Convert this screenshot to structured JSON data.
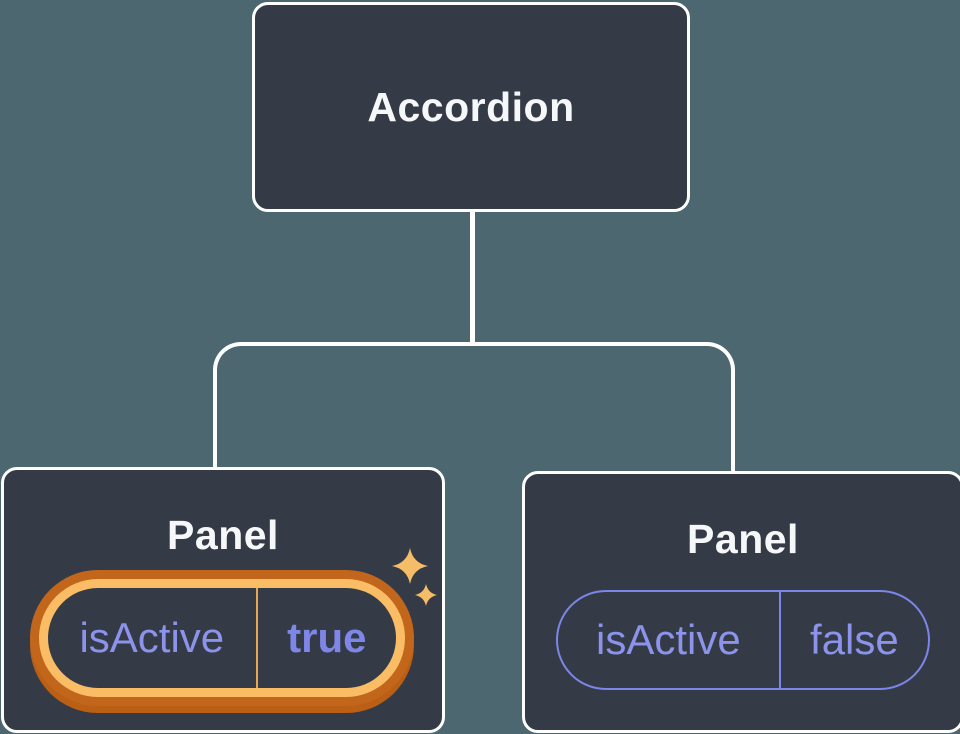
{
  "diagram": {
    "root": {
      "label": "Accordion"
    },
    "panels": [
      {
        "title": "Panel",
        "prop_name": "isActive",
        "prop_value": "true",
        "state": "active"
      },
      {
        "title": "Panel",
        "prop_name": "isActive",
        "prop_value": "false",
        "state": "inactive"
      }
    ]
  },
  "colors": {
    "background": "#4C6770",
    "node_fill": "#353B46",
    "node_border": "#FFFFFF",
    "title_text": "#F6F7F9",
    "prop_text": "#8C93EA",
    "active_ring_outer": "#C2661B",
    "active_ring_inner": "#FABD66",
    "active_divider": "#E8A64E",
    "inactive_border": "#7C86E8",
    "sparkle": "#F6BD68"
  }
}
